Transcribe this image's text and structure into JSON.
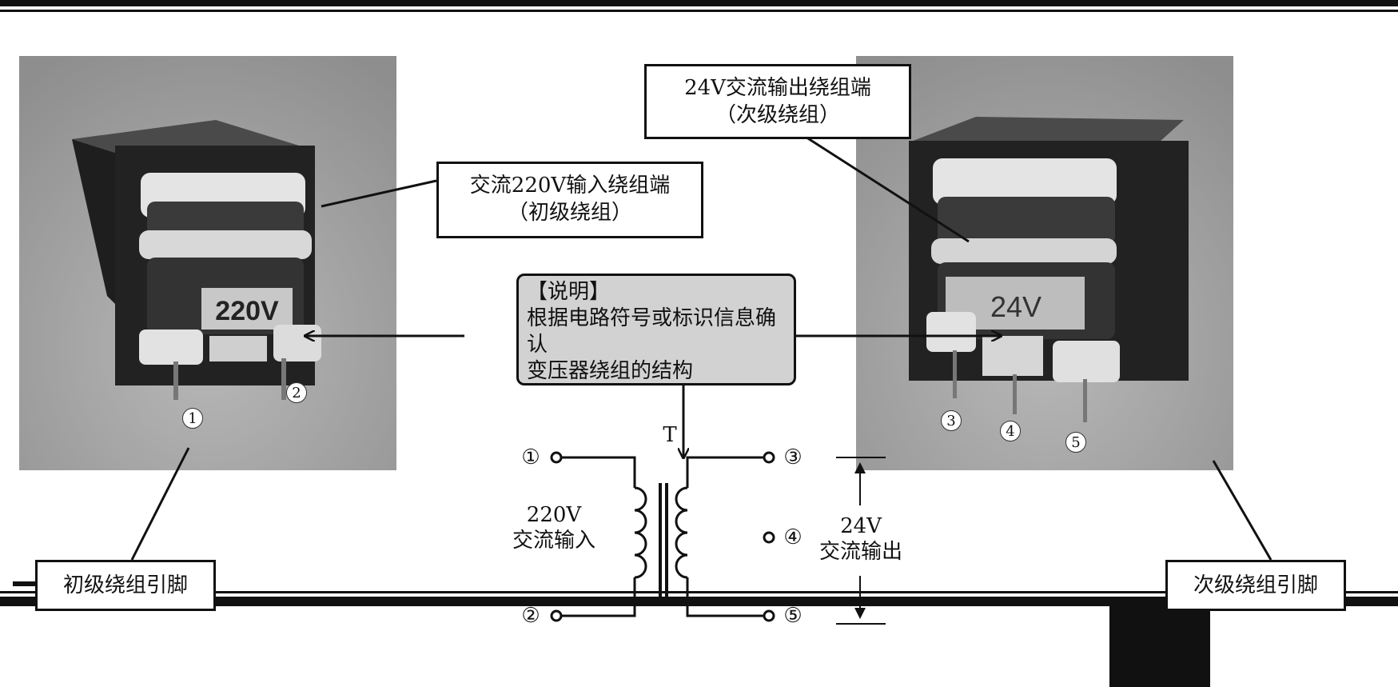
{
  "callouts": {
    "primary_winding": {
      "line1": "交流220V输入绕组端",
      "line2": "（初级绕组）"
    },
    "secondary_winding": {
      "line1": "24V交流输出绕组端",
      "line2": "（次级绕组）"
    },
    "note": {
      "title": "【说明】",
      "line1": "根据电路符号或标识信息确认",
      "line2": "变压器绕组的结构"
    },
    "primary_pins": "初级绕组引脚",
    "secondary_pins": "次级绕组引脚"
  },
  "left_photo": {
    "label": "220V",
    "pins": [
      "1",
      "2"
    ]
  },
  "right_photo": {
    "label": "24V",
    "pins": [
      "3",
      "4",
      "5"
    ]
  },
  "schematic": {
    "designator": "T",
    "terminals": [
      "①",
      "②",
      "③",
      "④",
      "⑤"
    ],
    "input": {
      "line1": "220V",
      "line2": "交流输入"
    },
    "output": {
      "line1": "24V",
      "line2": "交流输出"
    }
  }
}
